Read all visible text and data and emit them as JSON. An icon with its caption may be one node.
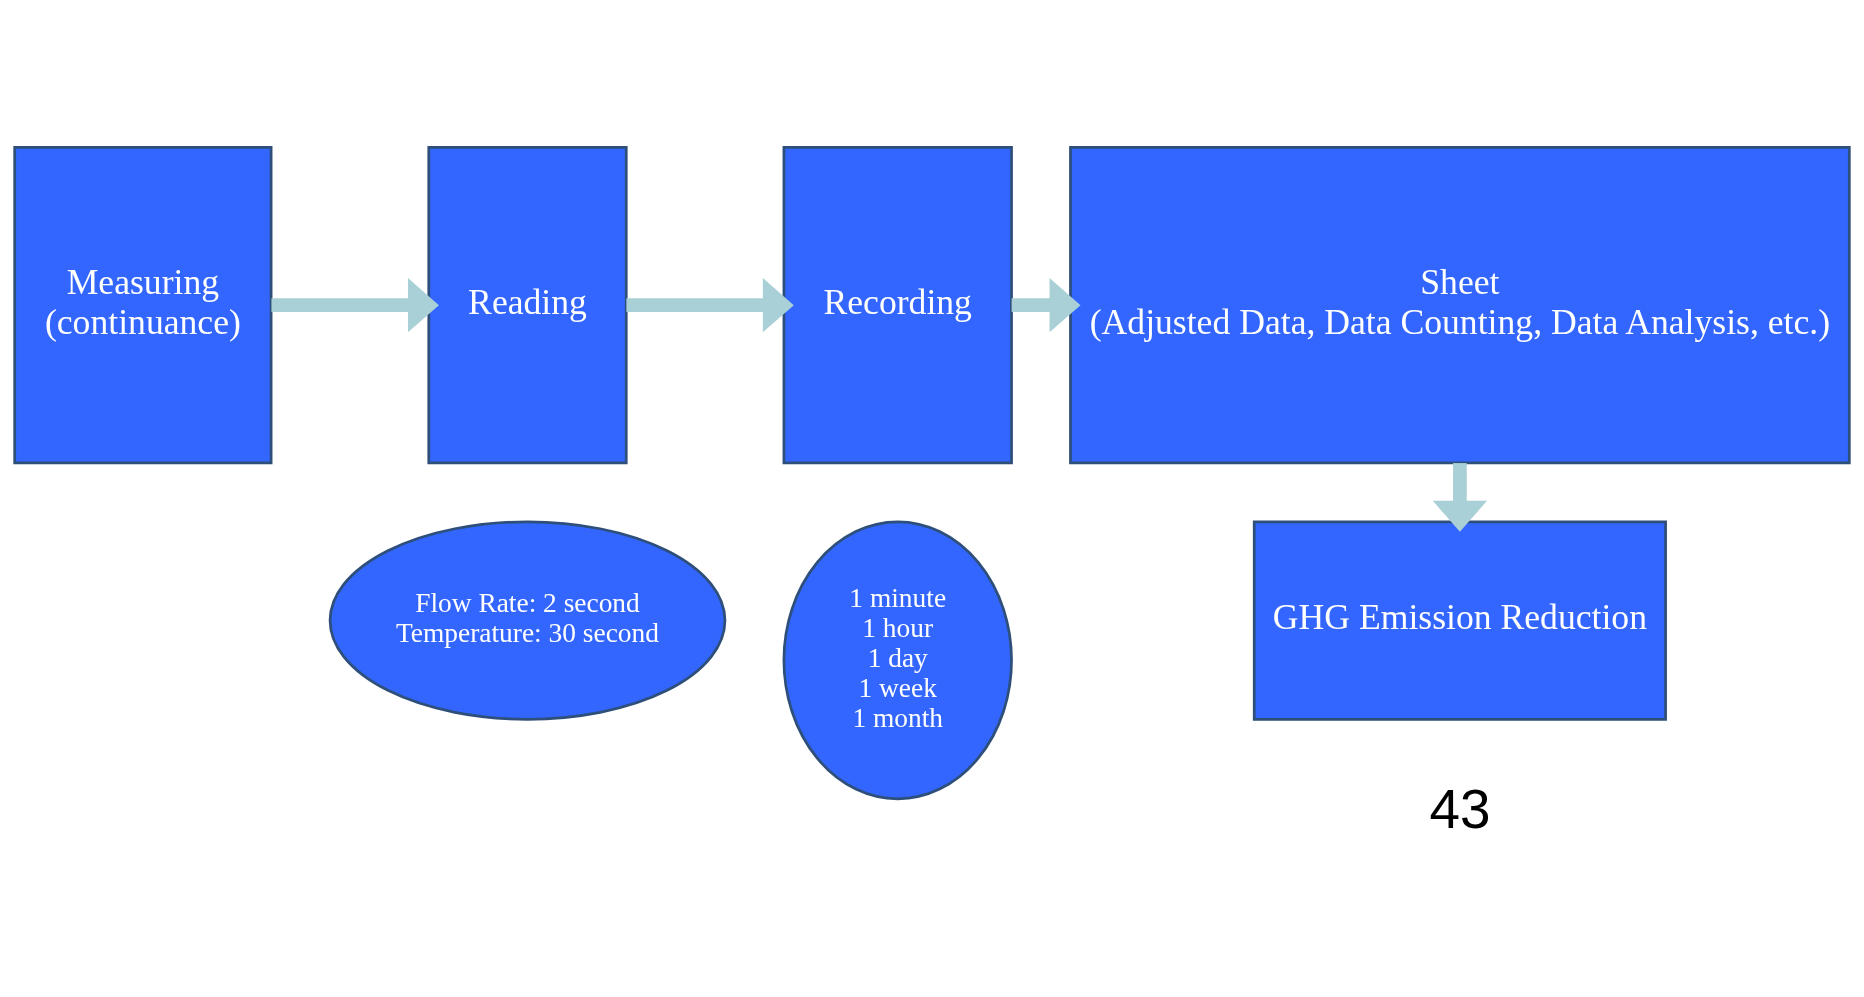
{
  "diagram": {
    "nodes": [
      {
        "text": [
          "Measuring",
          "(continuance)"
        ]
      },
      {
        "text": [
          "Reading"
        ]
      },
      {
        "text": [
          "Recording"
        ]
      },
      {
        "text": [
          "Sheet",
          "(Adjusted Data, Data Counting, Data Analysis, etc.)"
        ]
      },
      {
        "text": [
          "GHG Emission Reduction"
        ]
      },
      {
        "text": [
          "Flow Rate: 2 second",
          "Temperature: 30 second"
        ]
      },
      {
        "text": [
          "1 minute",
          "1 hour",
          "1 day",
          "1 week",
          "1 month"
        ]
      }
    ],
    "edges": [
      {
        "from": 0,
        "to": 1,
        "arrow": "to"
      },
      {
        "from": 1,
        "to": 2,
        "arrow": "to"
      },
      {
        "from": 2,
        "to": 3,
        "arrow": "to"
      },
      {
        "from": 3,
        "to": 4,
        "arrow": "to"
      }
    ],
    "labels": [
      "43"
    ]
  }
}
